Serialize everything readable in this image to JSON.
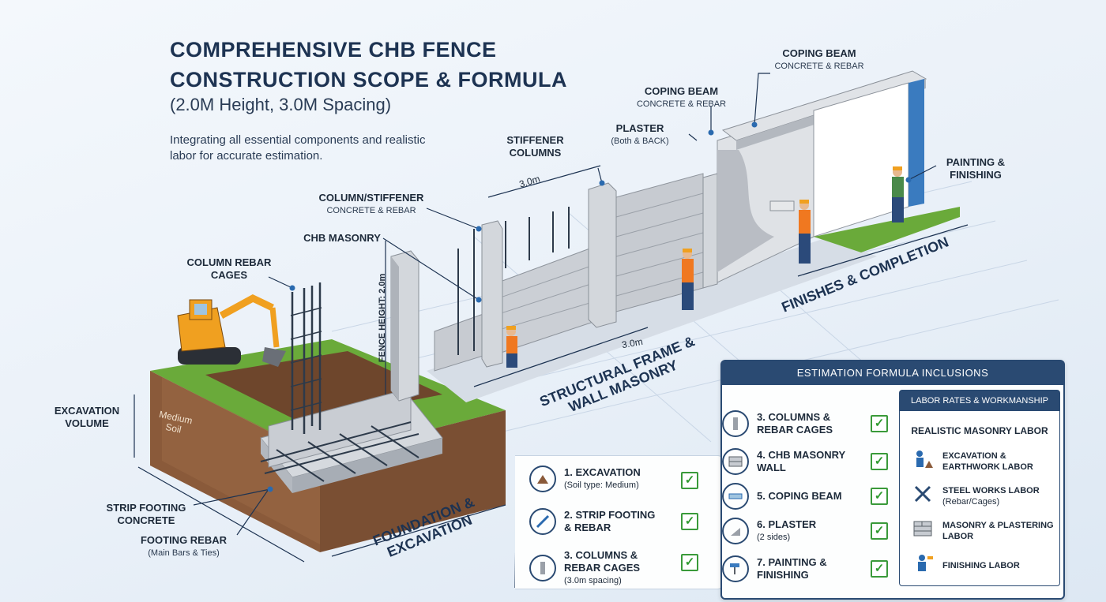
{
  "header": {
    "title_line1": "COMPREHENSIVE CHB FENCE",
    "title_line2": "CONSTRUCTION SCOPE & FORMULA",
    "subtitle": "(2.0M Height, 3.0M Spacing)",
    "description": "Integrating all essential components and realistic labor for accurate estimation."
  },
  "callouts": {
    "coping_beam_top": {
      "title": "COPING BEAM",
      "sub": "CONCRETE & REBAR"
    },
    "coping_beam": {
      "title": "COPING BEAM",
      "sub": "CONCRETE & REBAR"
    },
    "plaster": {
      "title": "PLASTER",
      "sub": "(Both & BACK)"
    },
    "stiffener": {
      "title": "STIFFENER COLUMNS"
    },
    "painting": {
      "title": "PAINTING & FINISHING"
    },
    "column_stiffener": {
      "title": "COLUMN/STIFFENER",
      "sub": "CONCRETE & REBAR"
    },
    "chb_masonry": {
      "title": "CHB MASONRY"
    },
    "column_rebar": {
      "title": "COLUMN REBAR CAGES"
    },
    "excavation_volume": {
      "title": "EXCAVATION VOLUME"
    },
    "strip_footing": {
      "title": "STRIP FOOTING CONCRETE"
    },
    "footing_rebar": {
      "title": "FOOTING REBAR",
      "sub": "(Main Bars & Ties)"
    },
    "soil": "Medium Soil"
  },
  "dimensions": {
    "spacing_top": "3.0m",
    "spacing_bottom": "3.0m",
    "fence_height": "FENCE HEIGHT: 2.0m"
  },
  "phases": {
    "foundation": "FOUNDATION & EXCAVATION",
    "structural": "STRUCTURAL FRAME & WALL MASONRY",
    "finishes": "FINISHES & COMPLETION"
  },
  "inclusions": {
    "heading": "ESTIMATION FORMULA INCLUSIONS",
    "left_items": [
      {
        "label": "1. EXCAVATION",
        "sub": "(Soil type: Medium)",
        "icon": "soil-icon"
      },
      {
        "label": "2. STRIP FOOTING & REBAR",
        "sub": "",
        "icon": "rebar-icon"
      },
      {
        "label": "3. COLUMNS & REBAR CAGES",
        "sub": "(3.0m spacing)",
        "icon": "column-icon"
      }
    ],
    "right_items": [
      {
        "label": "3. COLUMNS & REBAR CAGES",
        "sub": "",
        "icon": "column-icon"
      },
      {
        "label": "4. CHB MASONRY WALL",
        "sub": "",
        "icon": "brick-icon"
      },
      {
        "label": "5. COPING BEAM",
        "sub": "",
        "icon": "beam-icon"
      },
      {
        "label": "6. PLASTER",
        "sub": "(2 sides)",
        "icon": "trowel-icon"
      },
      {
        "label": "7. PAINTING & FINISHING",
        "sub": "",
        "icon": "paint-roller-icon"
      }
    ],
    "check_glyph": "✓"
  },
  "labor": {
    "heading": "LABOR RATES & WORKMANSHIP",
    "subheading": "REALISTIC MASONRY LABOR",
    "items": [
      {
        "label": "EXCAVATION & EARTHWORK LABOR",
        "sub": "",
        "icon": "worker-shovel-icon"
      },
      {
        "label": "STEEL WORKS LABOR",
        "sub": "(Rebar/Cages)",
        "icon": "tools-icon"
      },
      {
        "label": "MASONRY & PLASTERING LABOR",
        "sub": "",
        "icon": "brick-wall-icon"
      },
      {
        "label": "FINISHING LABOR",
        "sub": "",
        "icon": "painter-icon"
      }
    ]
  },
  "colors": {
    "navy": "#2a4a72",
    "soil": "#8a5a3a",
    "grass": "#6aaa3a",
    "concrete": "#c9cdd3",
    "check": "#3a9a3a",
    "excavator": "#f0a020"
  }
}
